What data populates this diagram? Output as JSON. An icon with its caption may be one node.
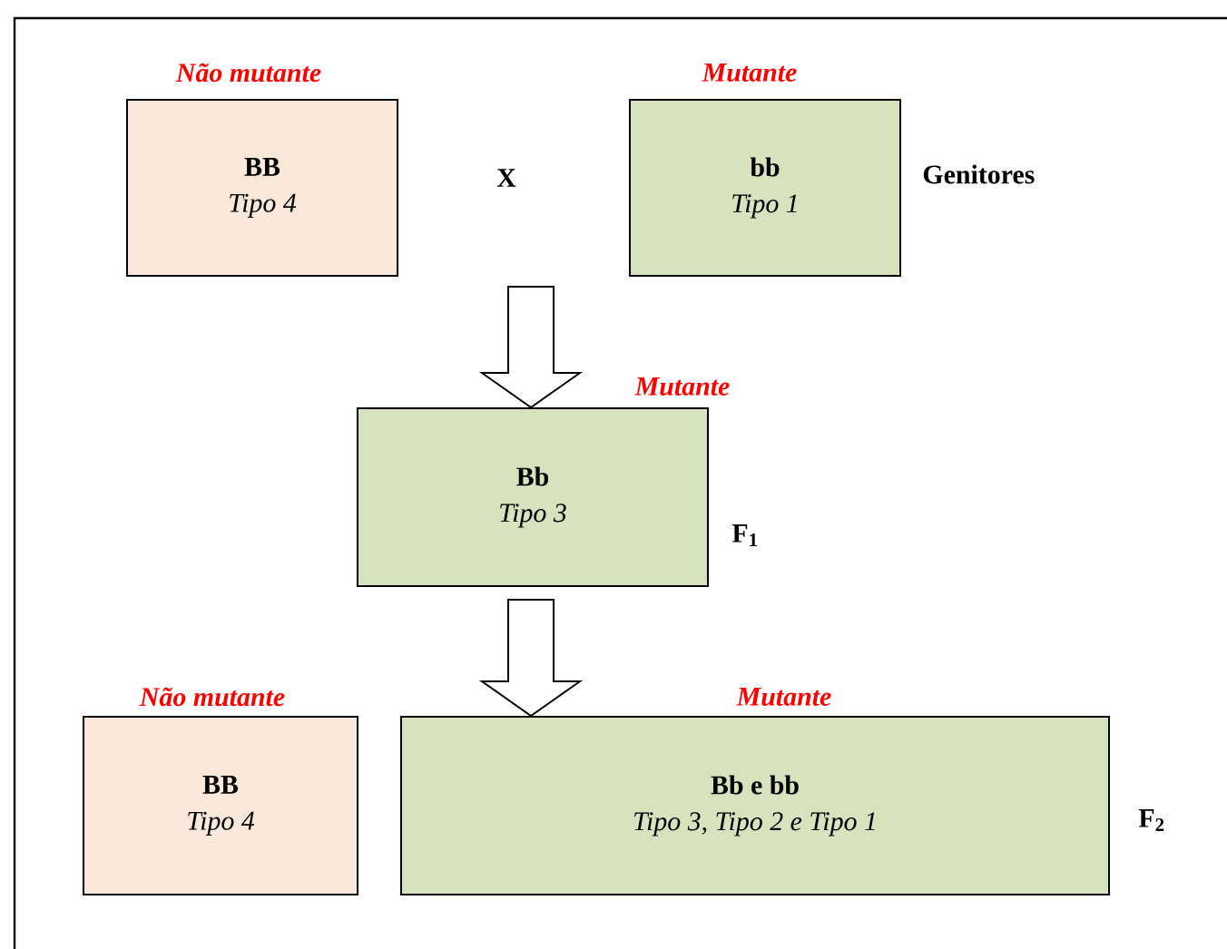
{
  "diagram": {
    "nodes": [
      {
        "text": [
          "Não mutante",
          "BB",
          "Tipo 4"
        ]
      },
      {
        "text": [
          "Mutante",
          "bb",
          "Tipo 1"
        ]
      },
      {
        "text": [
          "Mutante",
          "Bb",
          "Tipo 3"
        ]
      },
      {
        "text": [
          "Não mutante",
          "BB",
          "Tipo 4"
        ]
      },
      {
        "text": [
          "Mutante",
          "Bb e bb",
          "Tipo 3, Tipo 2 e Tipo 1"
        ]
      }
    ],
    "edges": [
      {
        "from": null,
        "to": 2,
        "arrow": "to"
      },
      {
        "from": 2,
        "to": 4,
        "arrow": "to"
      }
    ],
    "labels": [
      "X",
      "Genitores",
      "F$_{1}$",
      "F$_{2}$"
    ]
  }
}
